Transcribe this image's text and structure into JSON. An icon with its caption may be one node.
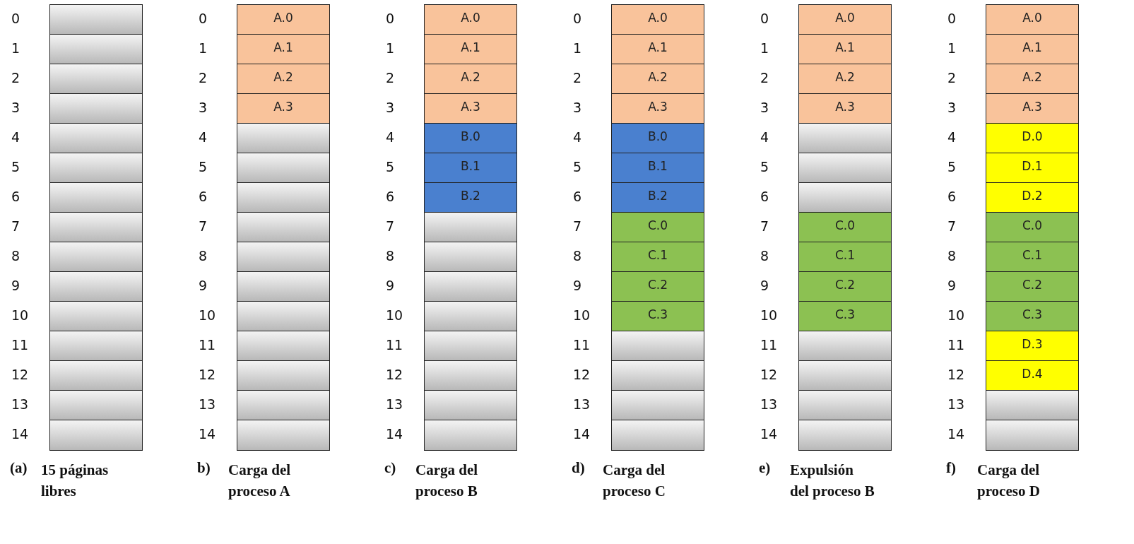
{
  "diagram": {
    "nodes": [
      {
        "text": [
          "(a)",
          "15 páginas libres"
        ]
      },
      {
        "text": [],
        "shape": "box",
        "in": 0,
        "beside": [
          "0"
        ]
      },
      {
        "text": [],
        "shape": "box",
        "in": 0,
        "beside": [
          "1"
        ]
      },
      {
        "text": [],
        "shape": "box",
        "in": 0,
        "beside": [
          "2"
        ]
      },
      {
        "text": [],
        "shape": "box",
        "in": 0,
        "beside": [
          "3"
        ]
      },
      {
        "text": [],
        "shape": "box",
        "in": 0,
        "beside": [
          "4"
        ]
      },
      {
        "text": [],
        "shape": "box",
        "in": 0,
        "beside": [
          "5"
        ]
      },
      {
        "text": [],
        "shape": "box",
        "in": 0,
        "beside": [
          "6"
        ]
      },
      {
        "text": [],
        "shape": "box",
        "in": 0,
        "beside": [
          "7"
        ]
      },
      {
        "text": [],
        "shape": "box",
        "in": 0,
        "beside": [
          "8"
        ]
      },
      {
        "text": [],
        "shape": "box",
        "in": 0,
        "beside": [
          "9"
        ]
      },
      {
        "text": [],
        "shape": "box",
        "in": 0,
        "beside": [
          "10"
        ]
      },
      {
        "text": [],
        "shape": "box",
        "in": 0,
        "beside": [
          "11"
        ]
      },
      {
        "text": [],
        "shape": "box",
        "in": 0,
        "beside": [
          "12"
        ]
      },
      {
        "text": [],
        "shape": "box",
        "in": 0,
        "beside": [
          "13"
        ]
      },
      {
        "text": [],
        "shape": "box",
        "in": 0,
        "beside": [
          "14"
        ]
      },
      {
        "text": [
          "b)",
          "Carga del proceso A"
        ]
      },
      {
        "text": [
          "A.0"
        ],
        "in": 16,
        "beside": [
          "0"
        ]
      },
      {
        "text": [
          "A.1"
        ],
        "in": 16,
        "beside": [
          "1"
        ]
      },
      {
        "text": [
          "A.2"
        ],
        "in": 16,
        "beside": [
          "2"
        ]
      },
      {
        "text": [
          "A.3"
        ],
        "in": 16,
        "beside": [
          "3"
        ]
      },
      {
        "text": [],
        "shape": "box",
        "in": 16,
        "beside": [
          "4"
        ]
      },
      {
        "text": [],
        "shape": "box",
        "in": 16,
        "beside": [
          "5"
        ]
      },
      {
        "text": [],
        "shape": "box",
        "in": 16,
        "beside": [
          "6"
        ]
      },
      {
        "text": [],
        "shape": "box",
        "in": 16,
        "beside": [
          "7"
        ]
      },
      {
        "text": [],
        "shape": "box",
        "in": 16,
        "beside": [
          "8"
        ]
      },
      {
        "text": [],
        "shape": "box",
        "in": 16,
        "beside": [
          "9"
        ]
      },
      {
        "text": [],
        "shape": "box",
        "in": 16,
        "beside": [
          "10"
        ]
      },
      {
        "text": [],
        "shape": "box",
        "in": 16,
        "beside": [
          "11"
        ]
      },
      {
        "text": [],
        "shape": "box",
        "in": 16,
        "beside": [
          "12"
        ]
      },
      {
        "text": [],
        "shape": "box",
        "in": 16,
        "beside": [
          "13"
        ]
      },
      {
        "text": [],
        "shape": "box",
        "in": 16,
        "beside": [
          "14"
        ]
      },
      {
        "text": [
          "c)",
          "Carga del proceso B"
        ]
      },
      {
        "text": [
          "A.0"
        ],
        "in": 32,
        "beside": [
          "0"
        ]
      },
      {
        "text": [
          "A.1"
        ],
        "in": 32,
        "beside": [
          "1"
        ]
      },
      {
        "text": [
          "A.2"
        ],
        "in": 32,
        "beside": [
          "2"
        ]
      },
      {
        "text": [
          "A.3"
        ],
        "in": 32,
        "beside": [
          "3"
        ]
      },
      {
        "text": [
          "B.0"
        ],
        "in": 32,
        "beside": [
          "4"
        ]
      },
      {
        "text": [
          "B.1"
        ],
        "in": 32,
        "beside": [
          "5"
        ]
      },
      {
        "text": [
          "B.2"
        ],
        "in": 32,
        "beside": [
          "6"
        ]
      },
      {
        "text": [],
        "shape": "box",
        "in": 32,
        "beside": [
          "7"
        ]
      },
      {
        "text": [],
        "shape": "box",
        "in": 32,
        "beside": [
          "8"
        ]
      },
      {
        "text": [],
        "shape": "box",
        "in": 32,
        "beside": [
          "9"
        ]
      },
      {
        "text": [],
        "shape": "box",
        "in": 32,
        "beside": [
          "10"
        ]
      },
      {
        "text": [],
        "shape": "box",
        "in": 32,
        "beside": [
          "11"
        ]
      },
      {
        "text": [],
        "shape": "box",
        "in": 32,
        "beside": [
          "12"
        ]
      },
      {
        "text": [],
        "shape": "box",
        "in": 32,
        "beside": [
          "13"
        ]
      },
      {
        "text": [],
        "shape": "box",
        "in": 32,
        "beside": [
          "14"
        ]
      },
      {
        "text": [
          "d)",
          "Carga del proceso C"
        ]
      },
      {
        "text": [
          "A.0"
        ],
        "in": 48,
        "beside": [
          "0"
        ]
      },
      {
        "text": [
          "A.1"
        ],
        "in": 48,
        "beside": [
          "1"
        ]
      },
      {
        "text": [
          "A.2"
        ],
        "in": 48,
        "beside": [
          "2"
        ]
      },
      {
        "text": [
          "A.3"
        ],
        "in": 48,
        "beside": [
          "3"
        ]
      },
      {
        "text": [
          "B.0"
        ],
        "in": 48,
        "beside": [
          "4"
        ]
      },
      {
        "text": [
          "B.1"
        ],
        "in": 48,
        "beside": [
          "5"
        ]
      },
      {
        "text": [
          "B.2"
        ],
        "in": 48,
        "beside": [
          "6"
        ]
      },
      {
        "text": [
          "C.0"
        ],
        "in": 48,
        "beside": [
          "7"
        ]
      },
      {
        "text": [
          "C.1"
        ],
        "in": 48,
        "beside": [
          "8"
        ]
      },
      {
        "text": [
          "C.2"
        ],
        "in": 48,
        "beside": [
          "9"
        ]
      },
      {
        "text": [
          "C.3"
        ],
        "in": 48,
        "beside": [
          "10"
        ]
      },
      {
        "text": [],
        "shape": "box",
        "in": 48,
        "beside": [
          "11"
        ]
      },
      {
        "text": [],
        "shape": "box",
        "in": 48,
        "beside": [
          "12"
        ]
      },
      {
        "text": [],
        "shape": "box",
        "in": 48,
        "beside": [
          "13"
        ]
      },
      {
        "text": [],
        "shape": "box",
        "in": 48,
        "beside": [
          "14"
        ]
      },
      {
        "text": [
          "e)",
          "Expulsión del proceso B"
        ]
      },
      {
        "text": [
          "A.0"
        ],
        "in": 64,
        "beside": [
          "0"
        ]
      },
      {
        "text": [
          "A.1"
        ],
        "in": 64,
        "beside": [
          "1"
        ]
      },
      {
        "text": [
          "A.2"
        ],
        "in": 64,
        "beside": [
          "2"
        ]
      },
      {
        "text": [
          "A.3"
        ],
        "in": 64,
        "beside": [
          "3"
        ]
      },
      {
        "text": [],
        "shape": "box",
        "in": 64,
        "beside": [
          "4"
        ]
      },
      {
        "text": [],
        "shape": "box",
        "in": 64,
        "beside": [
          "5"
        ]
      },
      {
        "text": [],
        "shape": "box",
        "in": 64,
        "beside": [
          "6"
        ]
      },
      {
        "text": [
          "C.0"
        ],
        "in": 64,
        "beside": [
          "7"
        ]
      },
      {
        "text": [
          "C.1"
        ],
        "in": 64,
        "beside": [
          "8"
        ]
      },
      {
        "text": [
          "C.2"
        ],
        "in": 64,
        "beside": [
          "9"
        ]
      },
      {
        "text": [
          "C.3"
        ],
        "in": 64,
        "beside": [
          "10"
        ]
      },
      {
        "text": [],
        "shape": "box",
        "in": 64,
        "beside": [
          "11"
        ]
      },
      {
        "text": [],
        "shape": "box",
        "in": 64,
        "beside": [
          "12"
        ]
      },
      {
        "text": [],
        "shape": "box",
        "in": 64,
        "beside": [
          "13"
        ]
      },
      {
        "text": [],
        "shape": "box",
        "in": 64,
        "beside": [
          "14"
        ]
      },
      {
        "text": [
          "f)",
          "Carga del proceso D"
        ]
      },
      {
        "text": [
          "A.0"
        ],
        "in": 80,
        "beside": [
          "0"
        ]
      },
      {
        "text": [
          "A.1"
        ],
        "in": 80,
        "beside": [
          "1"
        ]
      },
      {
        "text": [
          "A.2"
        ],
        "in": 80,
        "beside": [
          "2"
        ]
      },
      {
        "text": [
          "A.3"
        ],
        "in": 80,
        "beside": [
          "3"
        ]
      },
      {
        "text": [
          "D.0"
        ],
        "in": 80,
        "beside": [
          "4"
        ]
      },
      {
        "text": [
          "D.1"
        ],
        "in": 80,
        "beside": [
          "5"
        ]
      },
      {
        "text": [
          "D.2"
        ],
        "in": 80,
        "beside": [
          "6"
        ]
      },
      {
        "text": [
          "C.0"
        ],
        "in": 80,
        "beside": [
          "7"
        ]
      },
      {
        "text": [
          "C.1"
        ],
        "in": 80,
        "beside": [
          "8"
        ]
      },
      {
        "text": [
          "C.2"
        ],
        "in": 80,
        "beside": [
          "9"
        ]
      },
      {
        "text": [
          "C.3"
        ],
        "in": 80,
        "beside": [
          "10"
        ]
      },
      {
        "text": [
          "D.3"
        ],
        "in": 80,
        "beside": [
          "11"
        ]
      },
      {
        "text": [
          "D.4"
        ],
        "in": 80,
        "beside": [
          "12"
        ]
      },
      {
        "text": [],
        "shape": "box",
        "in": 80,
        "beside": [
          "13"
        ]
      },
      {
        "text": [],
        "shape": "box",
        "in": 80,
        "beside": [
          "14"
        ]
      }
    ]
  }
}
